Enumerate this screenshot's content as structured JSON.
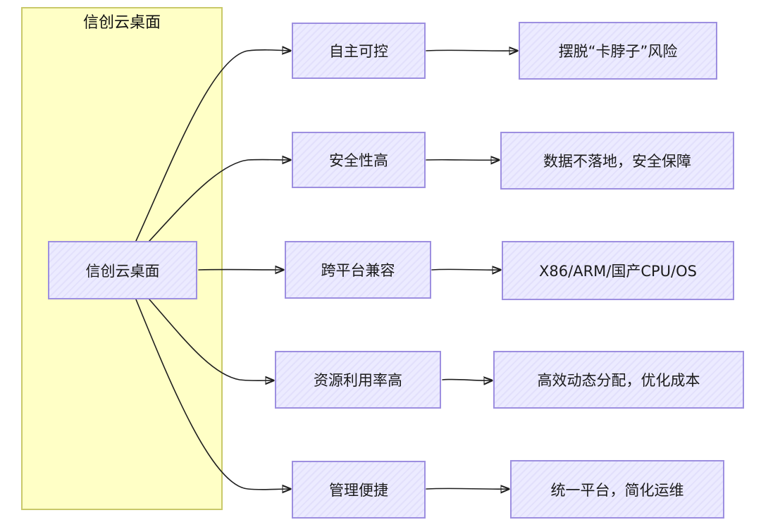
{
  "group": {
    "title": "信创云桌面"
  },
  "root": {
    "label": "信创云桌面"
  },
  "features": [
    {
      "label": "自主可控",
      "benefit": "摆脱“卡脖子”风险"
    },
    {
      "label": "安全性高",
      "benefit": "数据不落地，安全保障"
    },
    {
      "label": "跨平台兼容",
      "benefit": "X86/ARM/国产CPU/OS"
    },
    {
      "label": "资源利用率高",
      "benefit": "高效动态分配，优化成本"
    },
    {
      "label": "管理便捷",
      "benefit": "统一平台，简化运维"
    }
  ],
  "colors": {
    "group_fill": "#ffffc6",
    "group_stroke": "#c9c96a",
    "node_fill": "#ecebff",
    "node_stroke": "#9d8fe0",
    "edge": "#1e1e1e"
  }
}
